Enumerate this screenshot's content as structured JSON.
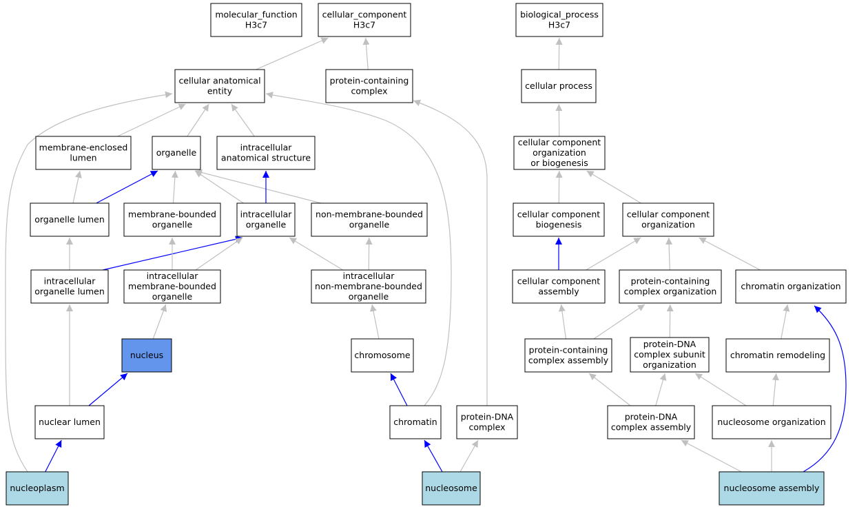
{
  "colors": {
    "node_fill": "#ffffff",
    "focus_fill": "#6495ed",
    "leaf_fill": "#add8e6",
    "edge_is_a": "#c0c0c0",
    "edge_part_of": "#0000ff"
  },
  "nodes": [
    {
      "id": "mf",
      "lines": [
        "molecular_function",
        "H3c7"
      ],
      "kind": "root"
    },
    {
      "id": "cc",
      "lines": [
        "cellular_component",
        "H3c7"
      ],
      "kind": "root"
    },
    {
      "id": "bp",
      "lines": [
        "biological_process",
        "H3c7"
      ],
      "kind": "root"
    },
    {
      "id": "cae",
      "lines": [
        "cellular anatomical",
        "entity"
      ],
      "kind": "term"
    },
    {
      "id": "pcc",
      "lines": [
        "protein-containing",
        "complex"
      ],
      "kind": "term"
    },
    {
      "id": "cp",
      "lines": [
        "cellular process"
      ],
      "kind": "term"
    },
    {
      "id": "mel",
      "lines": [
        "membrane-enclosed",
        "lumen"
      ],
      "kind": "term"
    },
    {
      "id": "org",
      "lines": [
        "organelle"
      ],
      "kind": "term"
    },
    {
      "id": "ias",
      "lines": [
        "intracellular",
        "anatomical structure"
      ],
      "kind": "term"
    },
    {
      "id": "ccob",
      "lines": [
        "cellular component",
        "organization",
        "or biogenesis"
      ],
      "kind": "term"
    },
    {
      "id": "ol",
      "lines": [
        "organelle lumen"
      ],
      "kind": "term"
    },
    {
      "id": "mbo",
      "lines": [
        "membrane-bounded",
        "organelle"
      ],
      "kind": "term"
    },
    {
      "id": "io",
      "lines": [
        "intracellular",
        "organelle"
      ],
      "kind": "term"
    },
    {
      "id": "nmbo",
      "lines": [
        "non-membrane-bounded",
        "organelle"
      ],
      "kind": "term"
    },
    {
      "id": "ccb",
      "lines": [
        "cellular component",
        "biogenesis"
      ],
      "kind": "term"
    },
    {
      "id": "cco",
      "lines": [
        "cellular component",
        "organization"
      ],
      "kind": "term"
    },
    {
      "id": "iol",
      "lines": [
        "intracellular",
        "organelle lumen"
      ],
      "kind": "term"
    },
    {
      "id": "imbo",
      "lines": [
        "intracellular",
        "membrane-bounded",
        "organelle"
      ],
      "kind": "term"
    },
    {
      "id": "inmbo",
      "lines": [
        "intracellular",
        "non-membrane-bounded",
        "organelle"
      ],
      "kind": "term"
    },
    {
      "id": "cca",
      "lines": [
        "cellular component",
        "assembly"
      ],
      "kind": "term"
    },
    {
      "id": "pcco",
      "lines": [
        "protein-containing",
        "complex organization"
      ],
      "kind": "term"
    },
    {
      "id": "chro",
      "lines": [
        "chromatin organization"
      ],
      "kind": "term"
    },
    {
      "id": "nuc",
      "lines": [
        "nucleus"
      ],
      "kind": "focus"
    },
    {
      "id": "chrs",
      "lines": [
        "chromosome"
      ],
      "kind": "term"
    },
    {
      "id": "pcca",
      "lines": [
        "protein-containing",
        "complex assembly"
      ],
      "kind": "term"
    },
    {
      "id": "pdcso",
      "lines": [
        "protein-DNA",
        "complex subunit",
        "organization"
      ],
      "kind": "term"
    },
    {
      "id": "chrr",
      "lines": [
        "chromatin remodeling"
      ],
      "kind": "term"
    },
    {
      "id": "nl",
      "lines": [
        "nuclear lumen"
      ],
      "kind": "term"
    },
    {
      "id": "chrt",
      "lines": [
        "chromatin"
      ],
      "kind": "term"
    },
    {
      "id": "pdc",
      "lines": [
        "protein-DNA",
        "complex"
      ],
      "kind": "term"
    },
    {
      "id": "pdca",
      "lines": [
        "protein-DNA",
        "complex assembly"
      ],
      "kind": "term"
    },
    {
      "id": "nuo",
      "lines": [
        "nucleosome organization"
      ],
      "kind": "term"
    },
    {
      "id": "np",
      "lines": [
        "nucleoplasm"
      ],
      "kind": "leaf"
    },
    {
      "id": "ns",
      "lines": [
        "nucleosome"
      ],
      "kind": "leaf"
    },
    {
      "id": "nsa",
      "lines": [
        "nucleosome assembly"
      ],
      "kind": "leaf"
    }
  ],
  "edges": [
    {
      "from": "cae",
      "to": "cc",
      "type": "is_a"
    },
    {
      "from": "pcc",
      "to": "cc",
      "type": "is_a"
    },
    {
      "from": "cp",
      "to": "bp",
      "type": "is_a"
    },
    {
      "from": "mel",
      "to": "cae",
      "type": "is_a"
    },
    {
      "from": "org",
      "to": "cae",
      "type": "is_a"
    },
    {
      "from": "ias",
      "to": "cae",
      "type": "is_a"
    },
    {
      "from": "np",
      "to": "cae",
      "type": "is_a"
    },
    {
      "from": "chrt",
      "to": "cae",
      "type": "is_a"
    },
    {
      "from": "pdc",
      "to": "pcc",
      "type": "is_a"
    },
    {
      "from": "ccob",
      "to": "cp",
      "type": "is_a"
    },
    {
      "from": "ol",
      "to": "mel",
      "type": "is_a"
    },
    {
      "from": "ol",
      "to": "org",
      "type": "part_of"
    },
    {
      "from": "mbo",
      "to": "org",
      "type": "is_a"
    },
    {
      "from": "io",
      "to": "org",
      "type": "is_a"
    },
    {
      "from": "nmbo",
      "to": "org",
      "type": "is_a"
    },
    {
      "from": "io",
      "to": "ias",
      "type": "part_of"
    },
    {
      "from": "ccb",
      "to": "ccob",
      "type": "is_a"
    },
    {
      "from": "cco",
      "to": "ccob",
      "type": "is_a"
    },
    {
      "from": "iol",
      "to": "ol",
      "type": "is_a"
    },
    {
      "from": "iol",
      "to": "io",
      "type": "part_of"
    },
    {
      "from": "imbo",
      "to": "mbo",
      "type": "is_a"
    },
    {
      "from": "imbo",
      "to": "io",
      "type": "is_a"
    },
    {
      "from": "inmbo",
      "to": "io",
      "type": "is_a"
    },
    {
      "from": "inmbo",
      "to": "nmbo",
      "type": "is_a"
    },
    {
      "from": "cca",
      "to": "ccb",
      "type": "part_of"
    },
    {
      "from": "cca",
      "to": "cco",
      "type": "is_a"
    },
    {
      "from": "pcco",
      "to": "cco",
      "type": "is_a"
    },
    {
      "from": "chro",
      "to": "cco",
      "type": "is_a"
    },
    {
      "from": "nuc",
      "to": "imbo",
      "type": "is_a"
    },
    {
      "from": "chrs",
      "to": "inmbo",
      "type": "is_a"
    },
    {
      "from": "pcca",
      "to": "cca",
      "type": "is_a"
    },
    {
      "from": "pcca",
      "to": "pcco",
      "type": "is_a"
    },
    {
      "from": "pdcso",
      "to": "pcco",
      "type": "is_a"
    },
    {
      "from": "chrr",
      "to": "chro",
      "type": "is_a"
    },
    {
      "from": "nl",
      "to": "iol",
      "type": "is_a"
    },
    {
      "from": "nl",
      "to": "nuc",
      "type": "part_of"
    },
    {
      "from": "chrt",
      "to": "chrs",
      "type": "part_of"
    },
    {
      "from": "pdca",
      "to": "pcca",
      "type": "is_a"
    },
    {
      "from": "pdca",
      "to": "pdcso",
      "type": "is_a"
    },
    {
      "from": "nuo",
      "to": "pdcso",
      "type": "is_a"
    },
    {
      "from": "nuo",
      "to": "chrr",
      "type": "is_a"
    },
    {
      "from": "np",
      "to": "nl",
      "type": "part_of"
    },
    {
      "from": "ns",
      "to": "chrt",
      "type": "part_of"
    },
    {
      "from": "ns",
      "to": "pdc",
      "type": "is_a"
    },
    {
      "from": "nsa",
      "to": "pdca",
      "type": "is_a"
    },
    {
      "from": "nsa",
      "to": "nuo",
      "type": "is_a"
    },
    {
      "from": "nsa",
      "to": "chro",
      "type": "part_of"
    }
  ]
}
